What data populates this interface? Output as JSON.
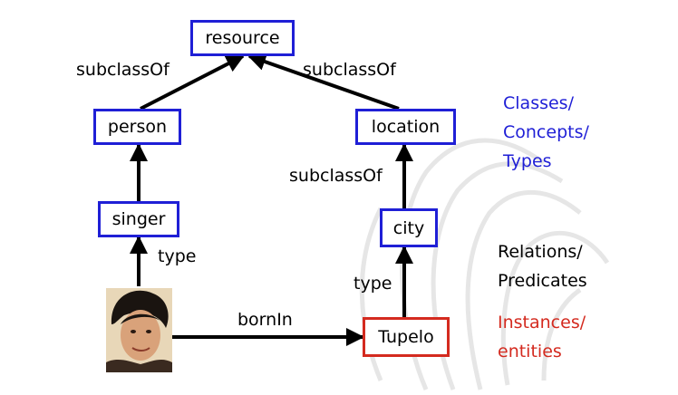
{
  "nodes": {
    "resource": "resource",
    "person": "person",
    "location": "location",
    "singer": "singer",
    "city": "city",
    "tupelo": "Tupelo"
  },
  "edges": {
    "person_resource": "subclassOf",
    "location_resource": "subclassOf",
    "city_location": "subclassOf",
    "elvis_singer": "type",
    "tupelo_city": "type",
    "elvis_tupelo": "bornIn"
  },
  "legend": {
    "classes": "Classes/\nConcepts/\nTypes",
    "relations": "Relations/\nPredicates",
    "instances": "Instances/\nentities"
  },
  "colors": {
    "class_border": "#1f1fd6",
    "instance_border": "#d42a1f",
    "classes_text": "#1f1fd6",
    "relations_text": "#000000",
    "instances_text": "#d42a1f"
  },
  "images": {
    "elvis": "photo-of-person"
  }
}
